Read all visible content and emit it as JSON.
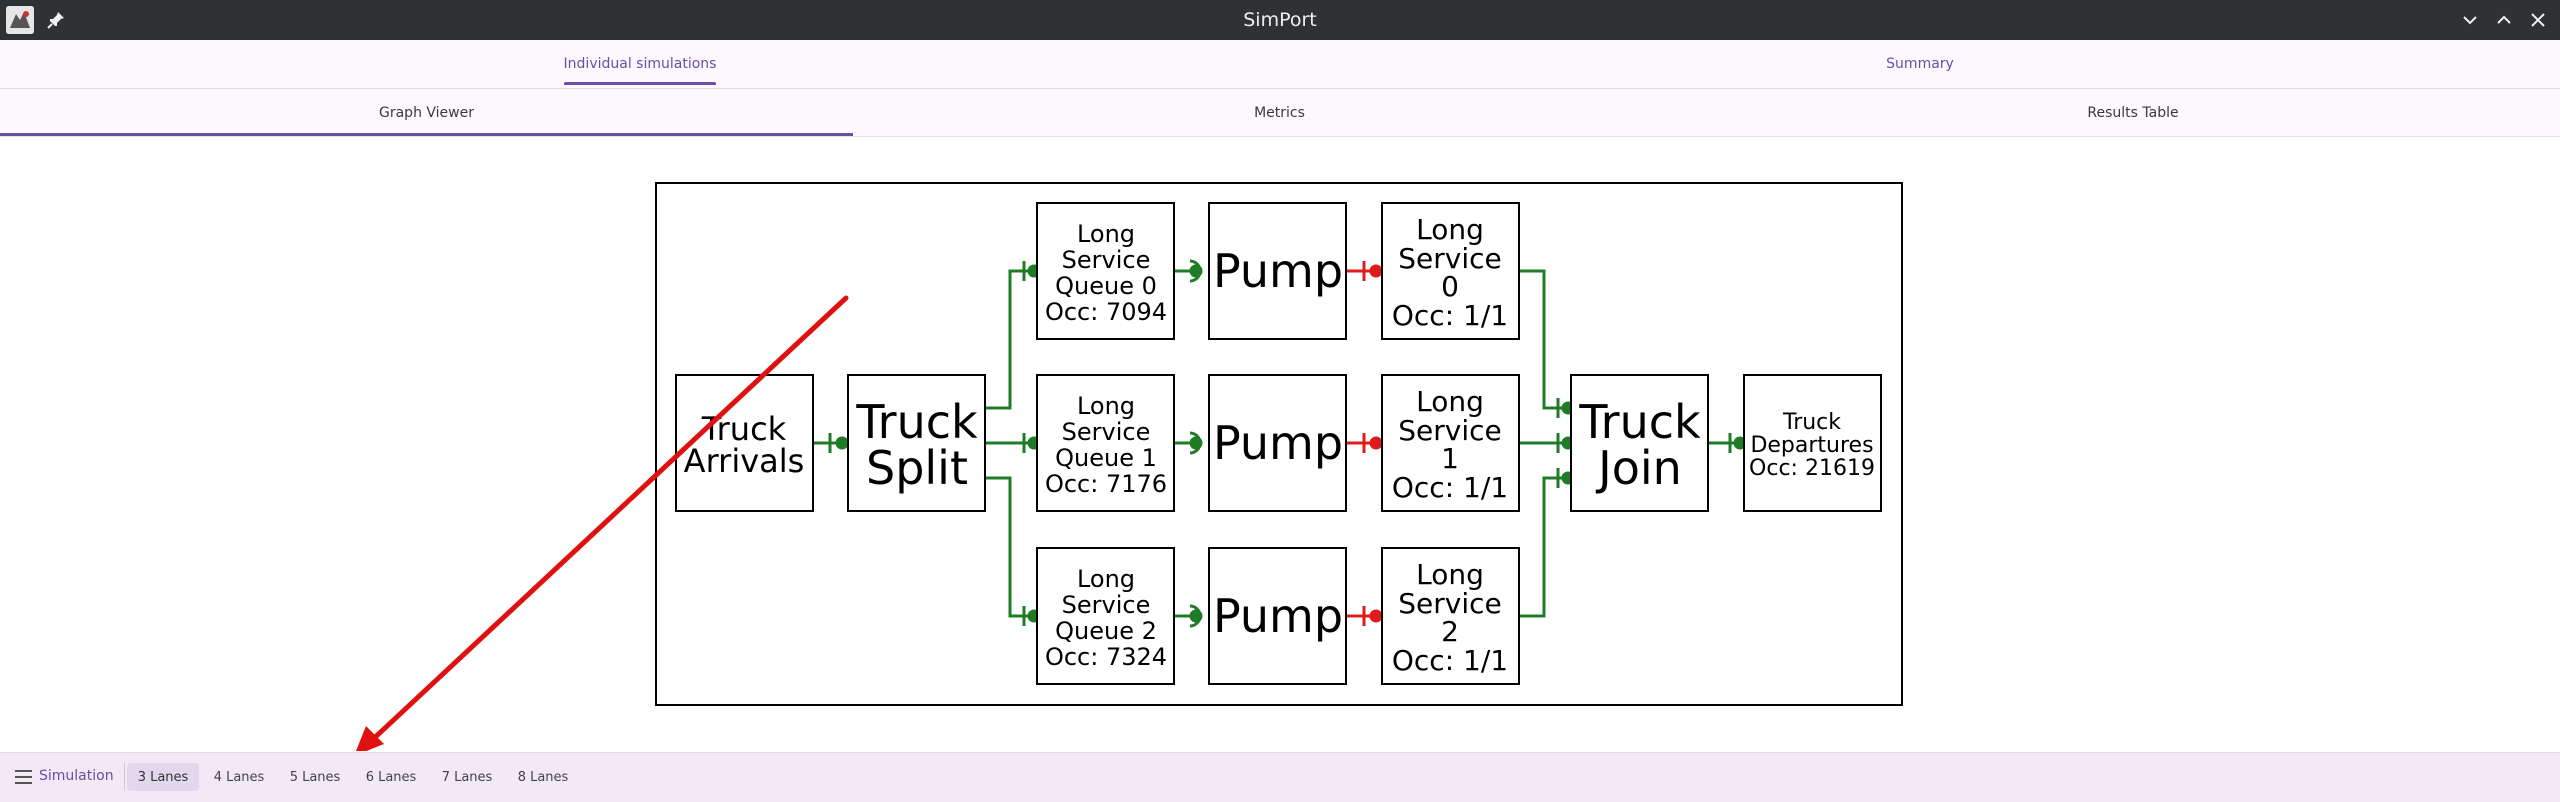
{
  "window": {
    "title": "SimPort",
    "icons": {
      "app": "app-logo-icon",
      "pin": "pin-icon",
      "minimize": "chevron-down-icon",
      "maximize": "chevron-up-icon",
      "close": "close-icon"
    }
  },
  "top_tabs": [
    {
      "label": "Individual simulations",
      "active": true
    },
    {
      "label": "Summary",
      "active": false
    }
  ],
  "sub_tabs": [
    {
      "label": "Graph Viewer",
      "active": true
    },
    {
      "label": "Metrics",
      "active": false
    },
    {
      "label": "Results Table",
      "active": false
    }
  ],
  "graph": {
    "nodes": {
      "arrivals": [
        "Truck",
        "Arrivals"
      ],
      "split": [
        "Truck",
        "Split"
      ],
      "queue0": [
        "Long",
        "Service",
        "Queue 0",
        "Occ: 7094"
      ],
      "queue1": [
        "Long",
        "Service",
        "Queue 1",
        "Occ: 7176"
      ],
      "queue2": [
        "Long",
        "Service",
        "Queue 2",
        "Occ: 7324"
      ],
      "pump0": [
        "Pump"
      ],
      "pump1": [
        "Pump"
      ],
      "pump2": [
        "Pump"
      ],
      "service0": [
        "Long",
        "Service",
        "0",
        "Occ: 1/1"
      ],
      "service1": [
        "Long",
        "Service",
        "1",
        "Occ: 1/1"
      ],
      "service2": [
        "Long",
        "Service",
        "2",
        "Occ: 1/1"
      ],
      "join": [
        "Truck",
        "Join"
      ],
      "departures": [
        "Truck",
        "Departures",
        "Occ: 21619"
      ]
    },
    "colors": {
      "ok_edge": "#1e7d24",
      "blocked_edge": "#e01b1b",
      "annotation_arrow": "#e01010"
    }
  },
  "bottom": {
    "menu_icon": "hamburger-menu-icon",
    "simulation_label": "Simulation",
    "lanes": [
      "3 Lanes",
      "4 Lanes",
      "5 Lanes",
      "6 Lanes",
      "7 Lanes",
      "8 Lanes"
    ],
    "active_lane": "3 Lanes"
  }
}
